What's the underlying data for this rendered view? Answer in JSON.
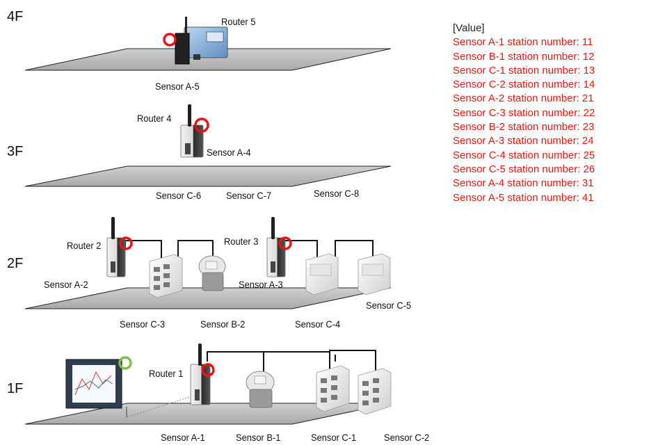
{
  "floors": [
    {
      "name": "4F"
    },
    {
      "name": "3F"
    },
    {
      "name": "2F"
    },
    {
      "name": "1F"
    }
  ],
  "labels": {
    "router5": "Router 5",
    "sensor_a5": "Sensor A-5",
    "router4": "Router 4",
    "sensor_a4": "Sensor A-4",
    "sensor_c6": "Sensor C-6",
    "sensor_c7": "Sensor C-7",
    "sensor_c8": "Sensor C-8",
    "router2": "Router 2",
    "router3": "Router 3",
    "sensor_a2": "Sensor A-2",
    "sensor_a3": "Sensor A-3",
    "sensor_c5": "Sensor C-5",
    "sensor_c3": "Sensor C-3",
    "sensor_b2": "Sensor B-2",
    "sensor_c4": "Sensor C-4",
    "router1": "Router 1",
    "sensor_a1": "Sensor A-1",
    "sensor_b1": "Sensor B-1",
    "sensor_c1": "Sensor C-1",
    "sensor_c2": "Sensor C-2"
  },
  "legend": {
    "title": "[Value]",
    "items": [
      "Sensor A-1 station number: 11",
      "Sensor B-1 station number: 12",
      "Sensor C-1 station number: 13",
      "Sensor C-2 station number: 14",
      "Sensor A-2 station number: 21",
      "Sensor C-3 station number: 22",
      "Sensor B-2 station number: 23",
      "Sensor A-3 station number: 24",
      "Sensor C-4 station number: 25",
      "Sensor C-5 station number: 26",
      "Sensor A-4 station number: 31",
      "Sensor A-5 station number: 41"
    ]
  },
  "colors": {
    "floor_fill": "#bdbdbd",
    "floor_edge": "#222222",
    "router_marker": "#e8140f",
    "recorder_marker": "#7cc242",
    "legend_text": "#e8140f"
  }
}
